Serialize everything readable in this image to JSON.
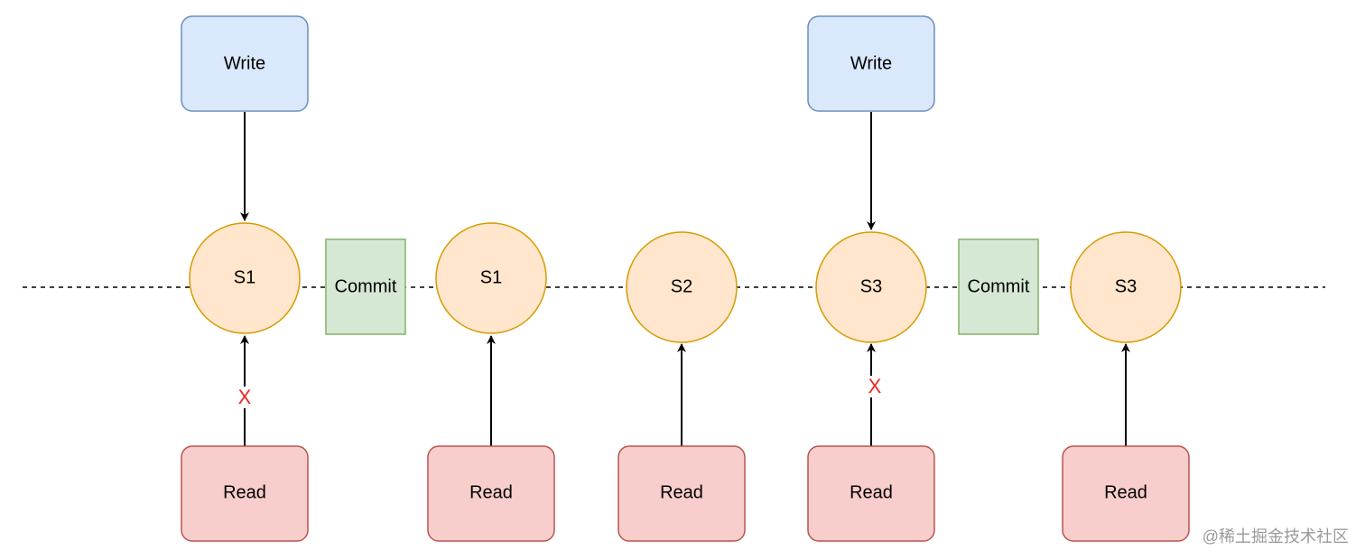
{
  "colors": {
    "write_fill": "#dae8fc",
    "write_stroke": "#6c8ebf",
    "read_fill": "#f8cecc",
    "read_stroke": "#b85450",
    "state_fill": "#ffe6cc",
    "state_stroke": "#d79b00",
    "commit_fill": "#d5e8d4",
    "commit_stroke": "#82b366",
    "line": "#000000",
    "blocked": "#e82525"
  },
  "diagram": {
    "write_nodes": [
      {
        "label": "Write"
      },
      {
        "label": "Write"
      }
    ],
    "state_nodes": [
      {
        "label": "S1"
      },
      {
        "label": "S1"
      },
      {
        "label": "S2"
      },
      {
        "label": "S3"
      },
      {
        "label": "S3"
      }
    ],
    "commit_nodes": [
      {
        "label": "Commit"
      },
      {
        "label": "Commit"
      }
    ],
    "read_nodes": [
      {
        "label": "Read",
        "blocked": true
      },
      {
        "label": "Read",
        "blocked": false
      },
      {
        "label": "Read",
        "blocked": false
      },
      {
        "label": "Read",
        "blocked": true
      },
      {
        "label": "Read",
        "blocked": false
      }
    ],
    "blocked_marker": "X"
  },
  "watermark": "@稀土掘金技术社区"
}
